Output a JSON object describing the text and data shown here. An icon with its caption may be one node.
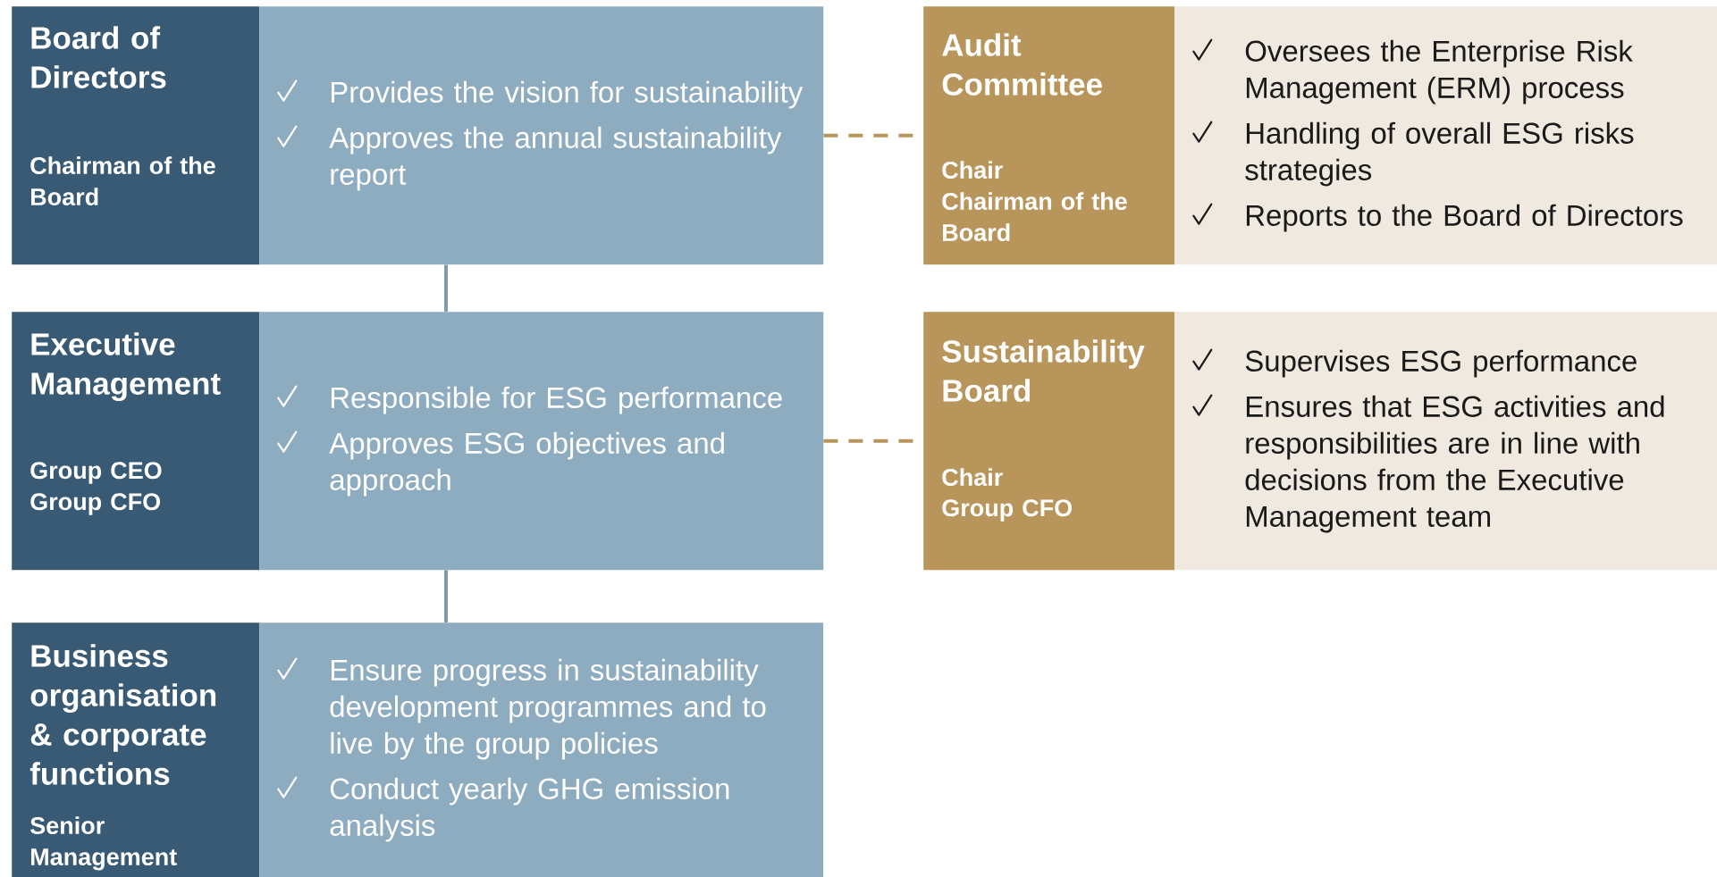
{
  "diagram": {
    "nodes": [
      {
        "text": [
          "Board of Directors",
          "Chairman of the Board"
        ]
      },
      {
        "text": [
          "Provides the vision for sustainability",
          "Approves the annual sustainability report"
        ]
      },
      {
        "text": [
          "Audit Committee",
          "Chair",
          "Chairman of the Board"
        ]
      },
      {
        "text": [
          "Oversees the Enterprise Risk Management (ERM) process",
          "Handling of overall ESG risks strategies",
          "Reports to the Board of Directors"
        ]
      },
      {
        "text": [
          "Executive Management",
          "Group CEO",
          "Group CFO"
        ]
      },
      {
        "text": [
          "Responsible for ESG performance",
          "Approves ESG objectives and approach"
        ]
      },
      {
        "text": [
          "Sustainability Board",
          "Chair",
          "Group CFO"
        ]
      },
      {
        "text": [
          "Supervises ESG performance",
          "Ensures that ESG activities and responsibilities are in line with decisions from the Executive Management team"
        ]
      },
      {
        "text": [
          "Business organisation & corporate functions",
          "Senior Management"
        ]
      },
      {
        "text": [
          "Ensure progress in sustainability development programmes and to live by the group policies",
          "Conduct yearly GHG emission analysis"
        ]
      }
    ],
    "edges": [
      {
        "from": 1,
        "to": 5,
        "arrow": "none"
      },
      {
        "from": 5,
        "to": 9,
        "arrow": "none"
      },
      {
        "from": 1,
        "to": 2,
        "arrow": "none",
        "style": "dashed",
        "color": "#b8955a"
      },
      {
        "from": 5,
        "to": 6,
        "arrow": "none",
        "style": "dashed",
        "color": "#b8955a"
      }
    ]
  }
}
